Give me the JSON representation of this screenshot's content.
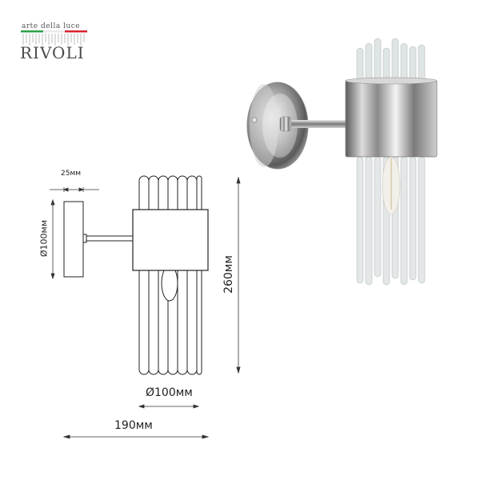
{
  "brand": {
    "tagline": "arte della luce",
    "name": "RIVOLI",
    "flag_colors": [
      "#2e9e48",
      "#ffffff",
      "#d9232e"
    ]
  },
  "dimensions": {
    "depth": "25мм",
    "backplate_diameter": "Ø100мм",
    "height": "260мм",
    "shade_diameter": "Ø100мм",
    "projection": "190мм"
  },
  "colors": {
    "line": "#222222",
    "chrome_dark": "#6f6f6f",
    "chrome_light": "#f2f2f2",
    "glass": "#d7dcdc"
  }
}
